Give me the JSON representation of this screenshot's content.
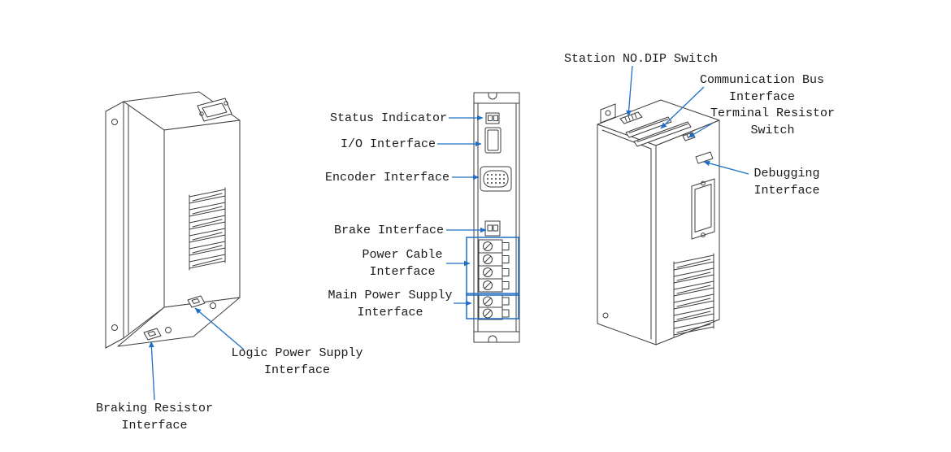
{
  "colors": {
    "leader_line": "#1f6fc4",
    "line_art": "#3d3d3d",
    "background": "#ffffff"
  },
  "labels": {
    "status_indicator": "Status Indicator",
    "io_interface": "I/O Interface",
    "encoder_interface": "Encoder Interface",
    "brake_interface": "Brake Interface",
    "power_cable_interface": "Power Cable\nInterface",
    "main_power_supply_interface": "Main Power Supply\nInterface",
    "logic_power_supply_interface": "Logic Power Supply\nInterface",
    "braking_resistor_interface": "Braking Resistor\nInterface",
    "station_no_dip_switch": "Station NO.DIP Switch",
    "communication_bus_interface": "Communication Bus\nInterface",
    "terminal_resistor_switch": "Terminal Resistor\nSwitch",
    "debugging_interface": "Debugging\nInterface"
  }
}
